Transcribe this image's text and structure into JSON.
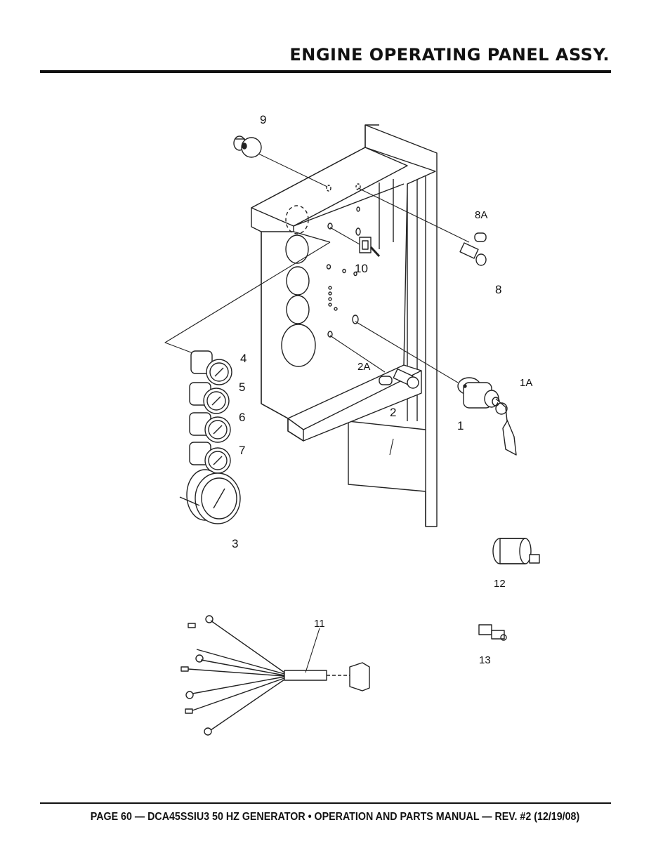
{
  "header": {
    "title": "ENGINE OPERATING PANEL ASSY."
  },
  "footer": {
    "text": "PAGE 60 — DCA45SSIU3 50 HZ GENERATOR • OPERATION AND PARTS MANUAL — REV. #2 (12/19/08)"
  },
  "callouts": {
    "c1": "1",
    "c1A": "1A",
    "c2": "2",
    "c2A": "2A",
    "c3": "3",
    "c4": "4",
    "c5": "5",
    "c6": "6",
    "c7": "7",
    "c8": "8",
    "c8A": "8A",
    "c9": "9",
    "c10": "10",
    "c11": "11",
    "c12": "12",
    "c13": "13"
  }
}
